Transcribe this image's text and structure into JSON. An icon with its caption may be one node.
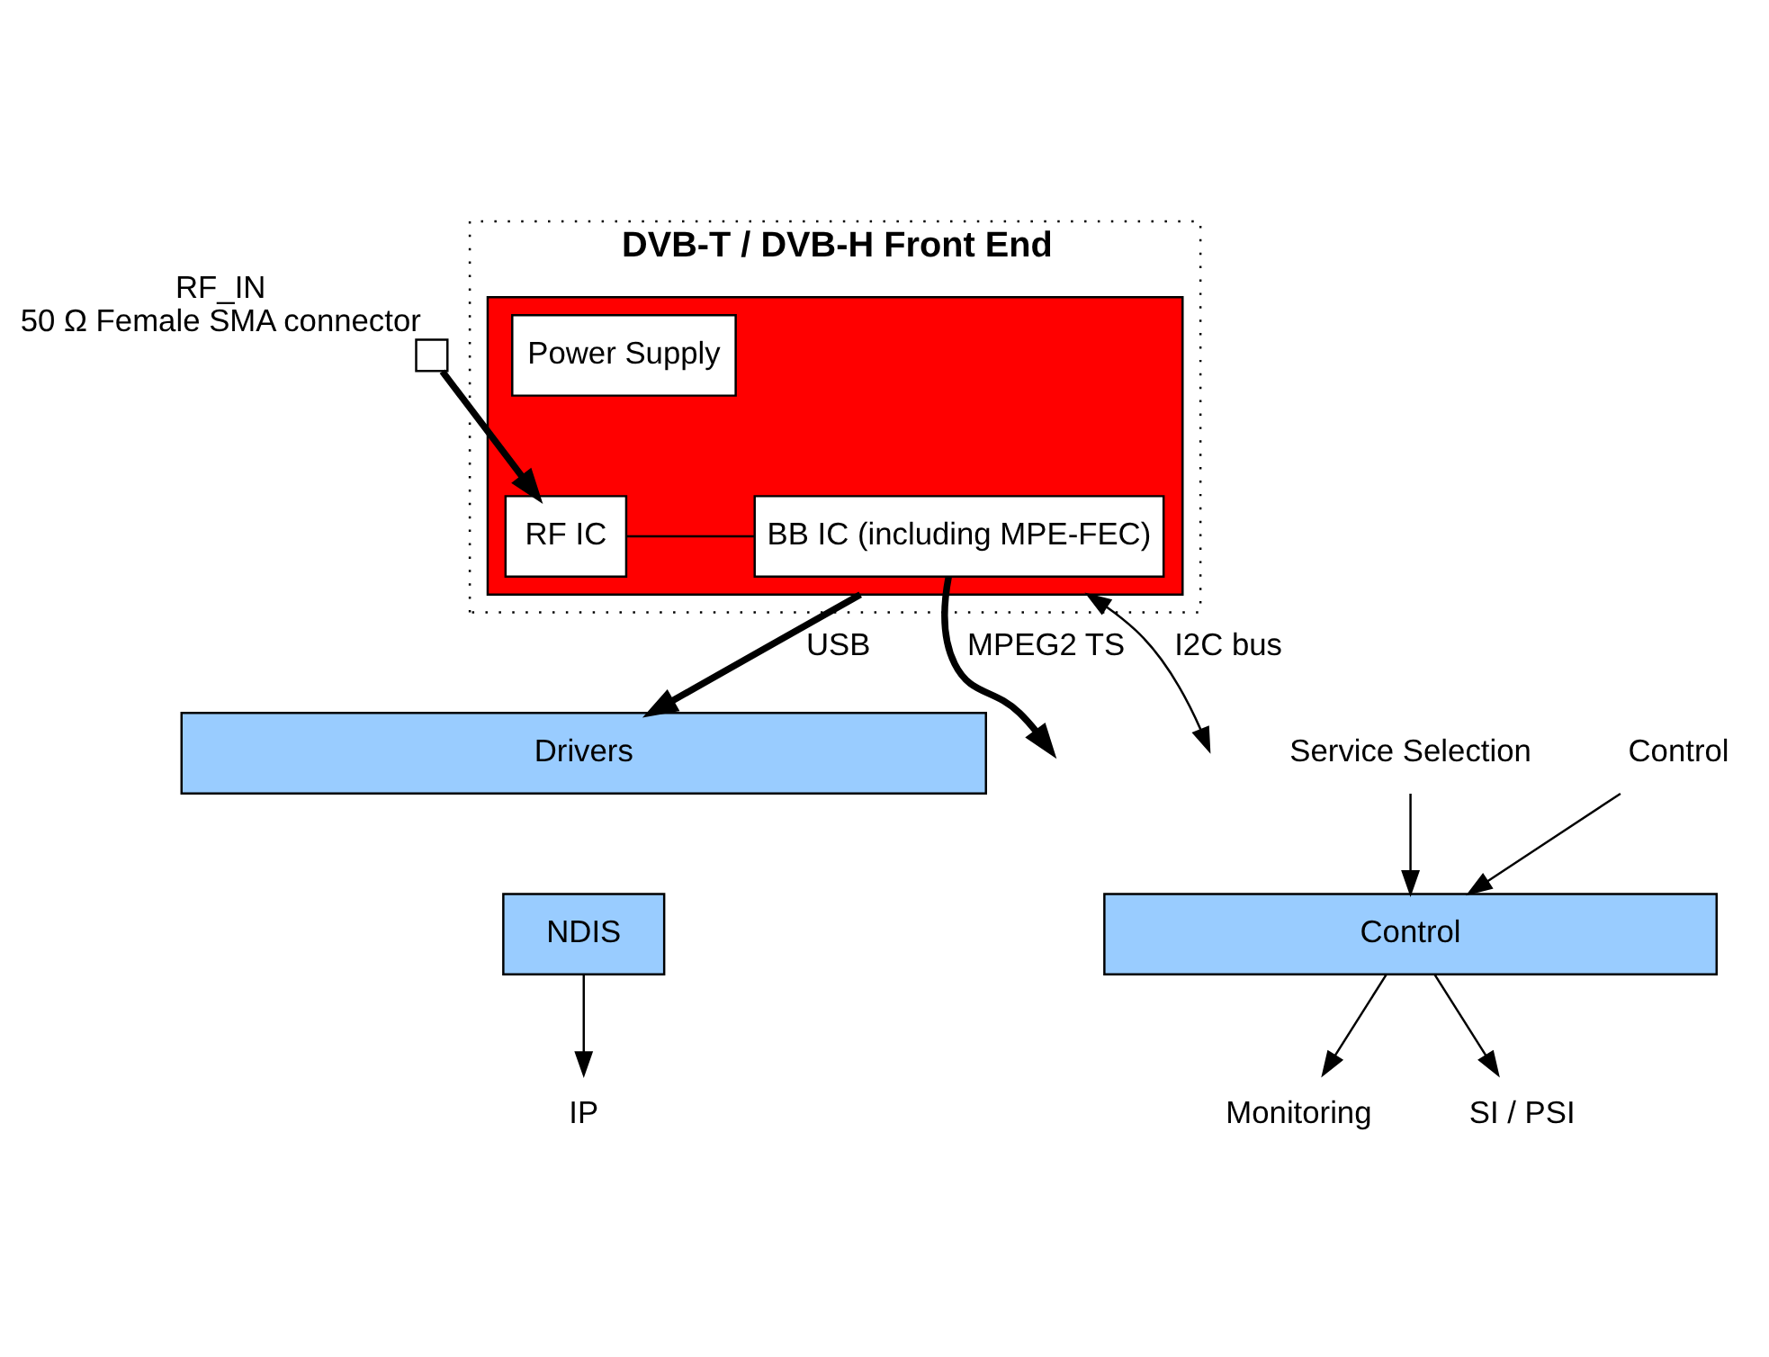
{
  "diagram": {
    "nodes": [
      {
        "text": [
          "DVB-T / DVB-H Front End"
        ]
      },
      {
        "text": [],
        "shape": "box",
        "in": 0
      },
      {
        "text": [
          "Power Supply"
        ],
        "in": 1
      },
      {
        "text": [
          "RF IC"
        ],
        "in": 1
      },
      {
        "text": [
          "BB IC (including MPE-FEC)"
        ],
        "in": 1
      },
      {
        "text": [],
        "shape": "box",
        "beside": [
          "RF_IN",
          "50 Ω Female SMA connector"
        ]
      },
      {
        "text": [
          "Drivers"
        ]
      },
      {
        "text": [
          "Control"
        ]
      },
      {
        "text": [
          "NDIS"
        ]
      },
      {
        "text": [
          "SI / PSI"
        ]
      },
      {
        "text": [
          "Monitoring"
        ]
      },
      {
        "text": [
          "Service Selection"
        ]
      },
      {
        "text": [
          "Control"
        ]
      },
      {
        "text": [
          "IP"
        ]
      }
    ],
    "edges": [
      {
        "from": 5,
        "to": 3,
        "arrow": "to",
        "style": "thick"
      },
      {
        "from": 3,
        "to": 4,
        "arrow": "none"
      },
      {
        "from": 4,
        "to": null,
        "arrow": "to",
        "style": "thick",
        "label": "MPEG2 TS"
      },
      {
        "from": 1,
        "to": null,
        "arrow": "both",
        "label": "I2C bus"
      },
      {
        "from": 1,
        "to": 6,
        "arrow": "to",
        "style": "thick",
        "label": "USB"
      },
      {
        "from": 7,
        "to": 9,
        "arrow": "to"
      },
      {
        "from": 7,
        "to": 10,
        "arrow": "to"
      },
      {
        "from": 11,
        "to": 7,
        "arrow": "to"
      },
      {
        "from": 12,
        "to": 7,
        "arrow": "to"
      },
      {
        "from": 8,
        "to": 13,
        "arrow": "to"
      }
    ]
  }
}
